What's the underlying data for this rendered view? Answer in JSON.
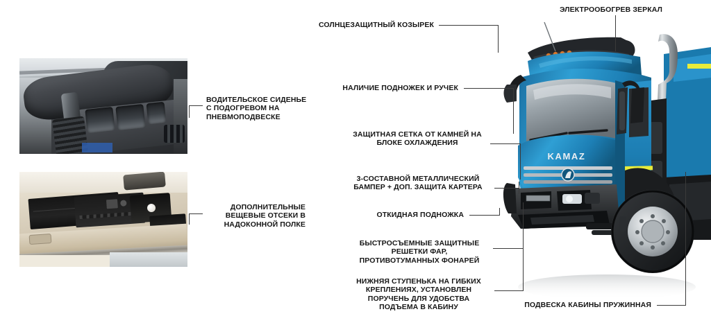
{
  "page": {
    "language": "ru",
    "background": "#ffffff",
    "accent_blue": "#1f86bf",
    "accent_yellow": "#e9ec3a",
    "line_color": "#3a3a3a",
    "text_color": "#161616"
  },
  "brand": {
    "name": "KAMAZ"
  },
  "photos": [
    {
      "id": "driver-seat",
      "alt": "Водительское сиденье с подогревом на пневмоподвеске",
      "callout": "ВОДИТЕЛЬСКОЕ СИДЕНЬЕ\nС ПОДОГРЕВОМ НА\nПНЕВМОПОДВЕСКЕ"
    },
    {
      "id": "overhead-shelf",
      "alt": "Дополнительные вещевые отсеки в надоконной полке",
      "callout": "ДОПОЛНИТЕЛЬНЫЕ\nВЕЩЕВЫЕ ОТСЕКИ В\nНАДОКОННОЙ ПОЛКЕ"
    }
  ],
  "callouts": [
    {
      "id": "sun-visor",
      "text": "СОЛНЦЕЗАЩИТНЫЙ КОЗЫРЕК",
      "align": "right"
    },
    {
      "id": "mirror-heating",
      "text": "ЭЛЕКТРООБОГРЕВ ЗЕРКАЛ",
      "align": "center"
    },
    {
      "id": "steps-handles",
      "text": "НАЛИЧИЕ ПОДНОЖЕК И РУЧЕК",
      "align": "right"
    },
    {
      "id": "stone-guard",
      "text": "ЗАЩИТНАЯ СЕТКА ОТ КАМНЕЙ НА\nБЛОКЕ ОХЛАЖДЕНИЯ",
      "align": "center"
    },
    {
      "id": "bumper",
      "text": "3-СОСТАВНОЙ МЕТАЛЛИЧЕСКИЙ\nБАМПЕР + ДОП. ЗАЩИТА КАРТЕРА",
      "align": "center"
    },
    {
      "id": "folding-step",
      "text": "ОТКИДНАЯ ПОДНОЖКА",
      "align": "right"
    },
    {
      "id": "lamp-grilles",
      "text": "БЫСТРОСЪЕМНЫЕ ЗАЩИТНЫЕ\nРЕШЕТКИ ФАР,\nПРОТИВОТУМАННЫХ ФОНАРЕЙ",
      "align": "center"
    },
    {
      "id": "lower-step",
      "text": "НИЖНЯЯ СТУПЕНЬКА НА ГИБКИХ\nКРЕПЛЕНИЯХ, УСТАНОВЛЕН\nПОРУЧЕНЬ ДЛЯ УДОБСТВА\nПОДЪЕМА В КАБИНУ",
      "align": "center"
    },
    {
      "id": "cab-suspension",
      "text": "ПОДВЕСКА КАБИНЫ ПРУЖИННАЯ",
      "align": "right"
    }
  ]
}
